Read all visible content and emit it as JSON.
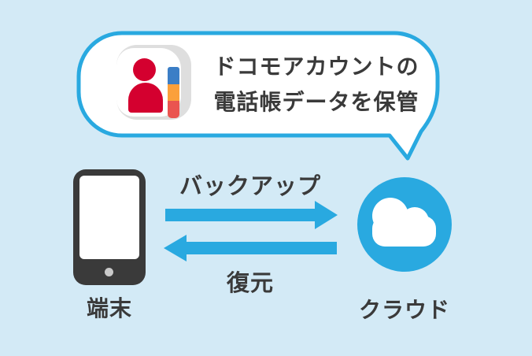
{
  "colors": {
    "background": "#d3eaf6",
    "accent_blue": "#29a9e0",
    "bubble_fill": "#ffffff",
    "text_dark": "#3a3a3a",
    "phone_body": "#3a3a3a",
    "phone_screen": "#ffffff",
    "home_button": "#c9c9c9",
    "icon_back": "#dedede",
    "icon_front": "#ffffff",
    "person_red": "#d4002f",
    "tab_blue": "#3b7ec6",
    "tab_orange": "#fba03b",
    "tab_red": "#ea5450",
    "cloud_white": "#ffffff"
  },
  "speech_bubble": {
    "line1": "ドコモアカウントの",
    "line2": "電話帳データを保管",
    "icon": "contacts-app-icon"
  },
  "nodes": {
    "device": {
      "label": "端末",
      "icon": "smartphone-icon"
    },
    "cloud": {
      "label": "クラウド",
      "icon": "cloud-icon"
    }
  },
  "flows": {
    "backup": {
      "label": "バックアップ",
      "direction": "device-to-cloud"
    },
    "restore": {
      "label": "復元",
      "direction": "cloud-to-device"
    }
  }
}
